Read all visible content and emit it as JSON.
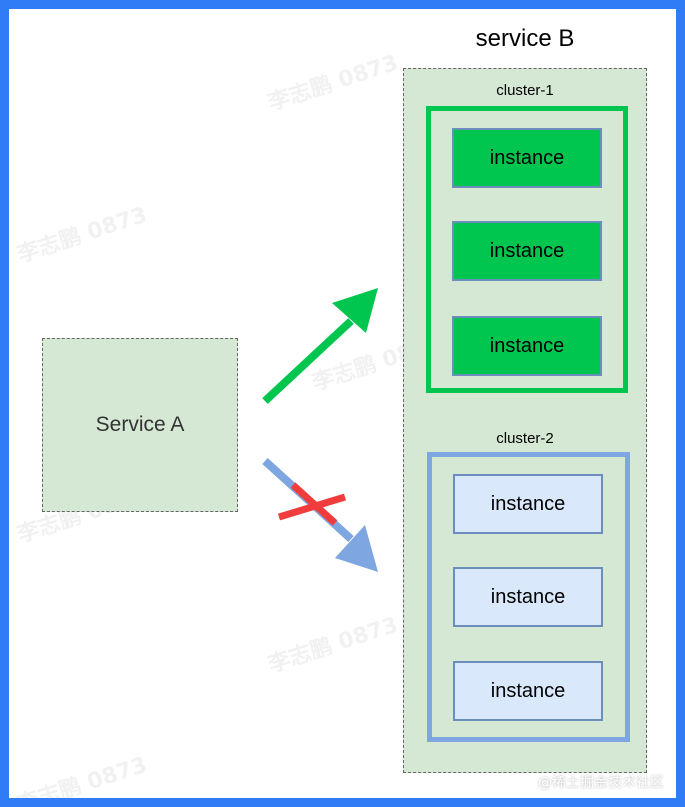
{
  "service_a": {
    "label": "Service A"
  },
  "service_b": {
    "title": "service B",
    "clusters": [
      {
        "label": "cluster-1",
        "instances": [
          "instance",
          "instance",
          "instance"
        ]
      },
      {
        "label": "cluster-2",
        "instances": [
          "instance",
          "instance",
          "instance"
        ]
      }
    ]
  },
  "watermark": "李志鹏 0873",
  "credit": "@稀土掘金技术社区",
  "colors": {
    "frame": "#2f7cf6",
    "service_fill": "#d5e8d4",
    "cluster1_border": "#00c650",
    "cluster2_border": "#7ea6e0",
    "instance_green": "#00c650",
    "instance_blue": "#dae8fc",
    "allowed_arrow": "#00c650",
    "blocked_arrow": "#7ea6e0",
    "cross": "#f03c3c"
  }
}
